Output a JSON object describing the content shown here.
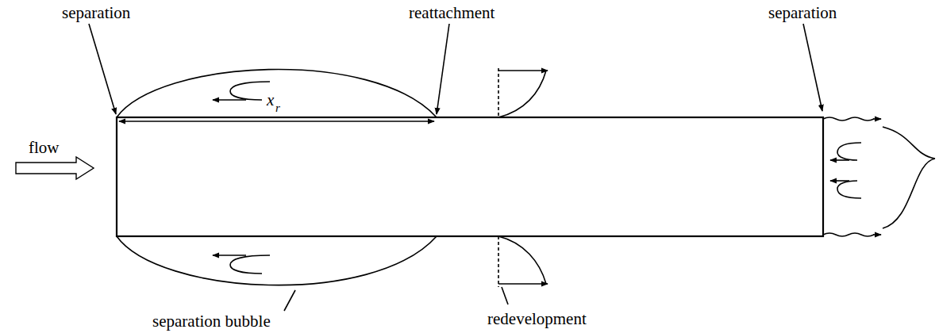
{
  "diagram": {
    "labels": [
      "separation",
      "reattachment",
      "separation",
      "flow",
      "x",
      "r",
      "separation bubble",
      "redevelopment"
    ]
  }
}
